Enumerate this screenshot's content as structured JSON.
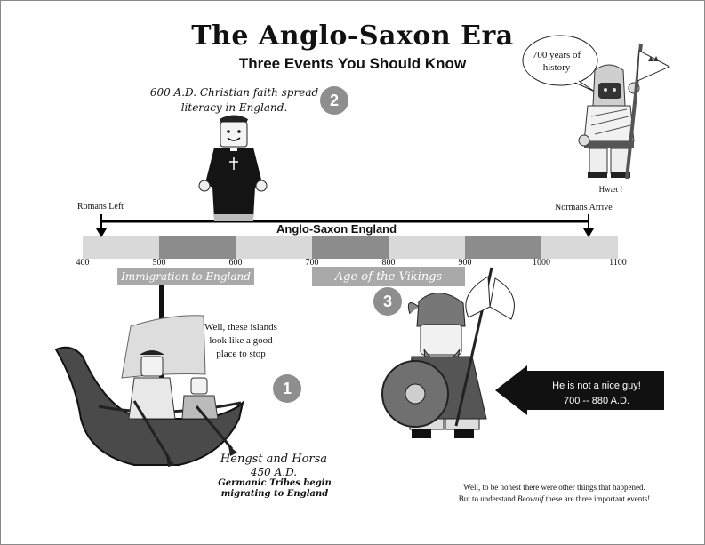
{
  "header": {
    "title": "The Anglo-Saxon Era",
    "subtitle": "Three Events You Should Know"
  },
  "timeline": {
    "label": "Anglo-Saxon England",
    "start_label": "Romans Left",
    "end_label": "Normans Arrive",
    "range": [
      400,
      1100
    ],
    "ticks": [
      "400",
      "500",
      "600",
      "700",
      "800",
      "900",
      "1000",
      "1100"
    ],
    "dark_segments": [
      [
        500,
        600
      ],
      [
        700,
        800
      ],
      [
        900,
        1000
      ]
    ],
    "bands": [
      {
        "label": "Immigration to England",
        "from": 445,
        "to": 625
      },
      {
        "label": "Age of the Vikings",
        "from": 700,
        "to": 900
      }
    ]
  },
  "events": [
    {
      "number": "1",
      "title": "Hengst and Horsa",
      "date": "450 A.D.",
      "caption": "Germanic Tribes begin migrating to England"
    },
    {
      "number": "2",
      "text": "600 A.D. Christian faith spread literacy in England."
    },
    {
      "number": "3"
    }
  ],
  "speech": {
    "knight": "700 years of history",
    "boat": "Well, these islands look like a good place to stop",
    "knight_exclaim": "Hwæt !"
  },
  "arrow_note": {
    "line1": "He is not a nice guy!",
    "line2": "700 -- 880 A.D."
  },
  "footnote": {
    "line1": "Well, to be honest there were other things that happened.",
    "line2_pre": "But to understand ",
    "line2_em": "Beowulf",
    "line2_post": " these are three important events!"
  },
  "colors": {
    "bar_light": "#d9d9d9",
    "bar_dark": "#8c8c8c",
    "badge": "#8e8e8e",
    "band": "#a9a9a9"
  }
}
